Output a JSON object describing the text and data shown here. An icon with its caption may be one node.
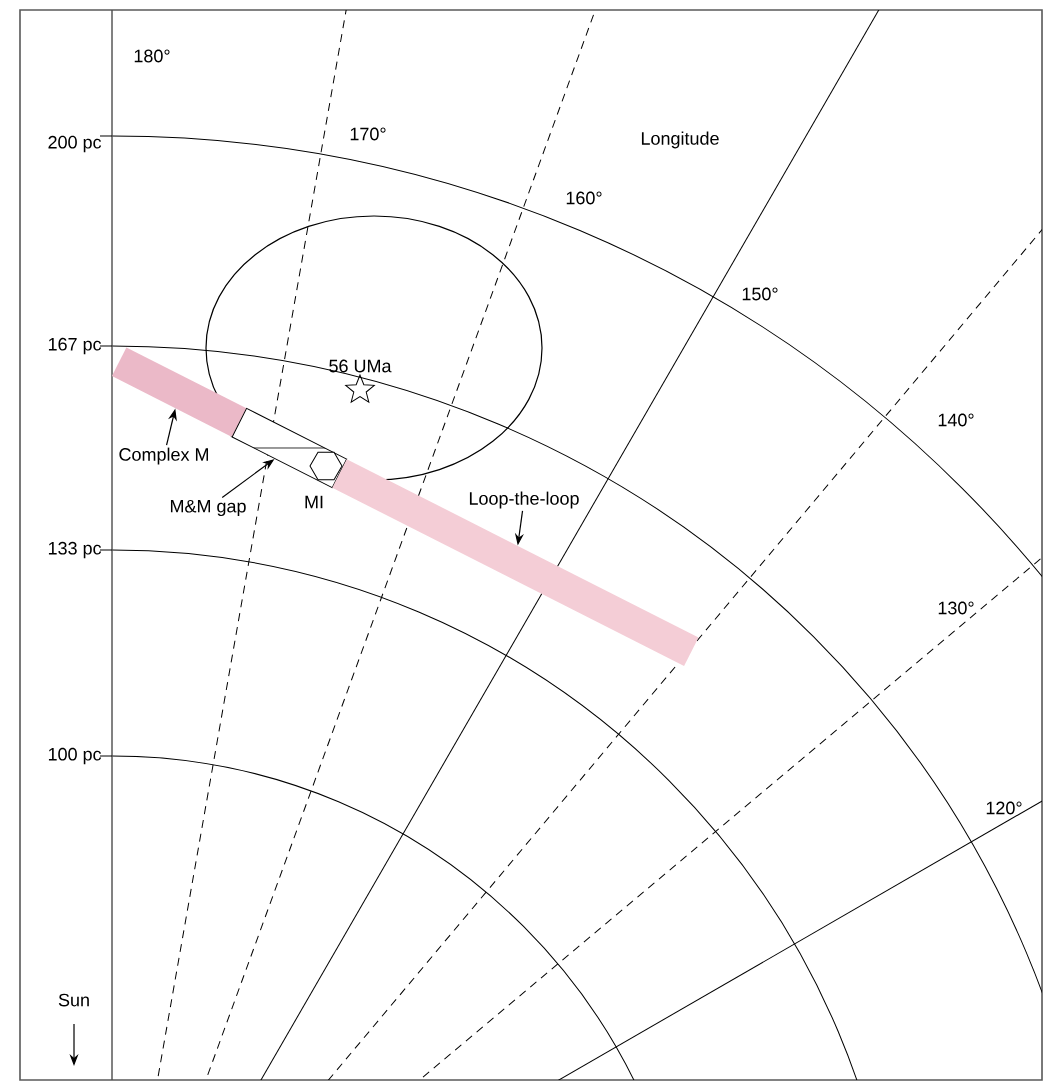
{
  "diagram": {
    "nodes": [
      {
        "text": [
          "Complex M"
        ]
      },
      {
        "text": [
          "M&M gap"
        ]
      },
      {
        "text": [
          "Loop-the-loop"
        ]
      },
      {
        "text": [],
        "shape": "bar"
      },
      {
        "text": [],
        "shape": "box"
      },
      {
        "text": [],
        "shape": "bar"
      }
    ],
    "edges": [
      {
        "from": 0,
        "to": 3,
        "arrow": "to"
      },
      {
        "from": 1,
        "to": 4,
        "arrow": "to"
      },
      {
        "from": 2,
        "to": 5,
        "arrow": "to"
      }
    ],
    "labels": [
      "180°",
      "200 pc",
      "170°",
      "Longitude",
      "160°",
      "150°",
      "167 pc",
      "56 UMa",
      "140°",
      "MI",
      "133 pc",
      "130°",
      "100 pc",
      "120°",
      "Sun"
    ]
  }
}
